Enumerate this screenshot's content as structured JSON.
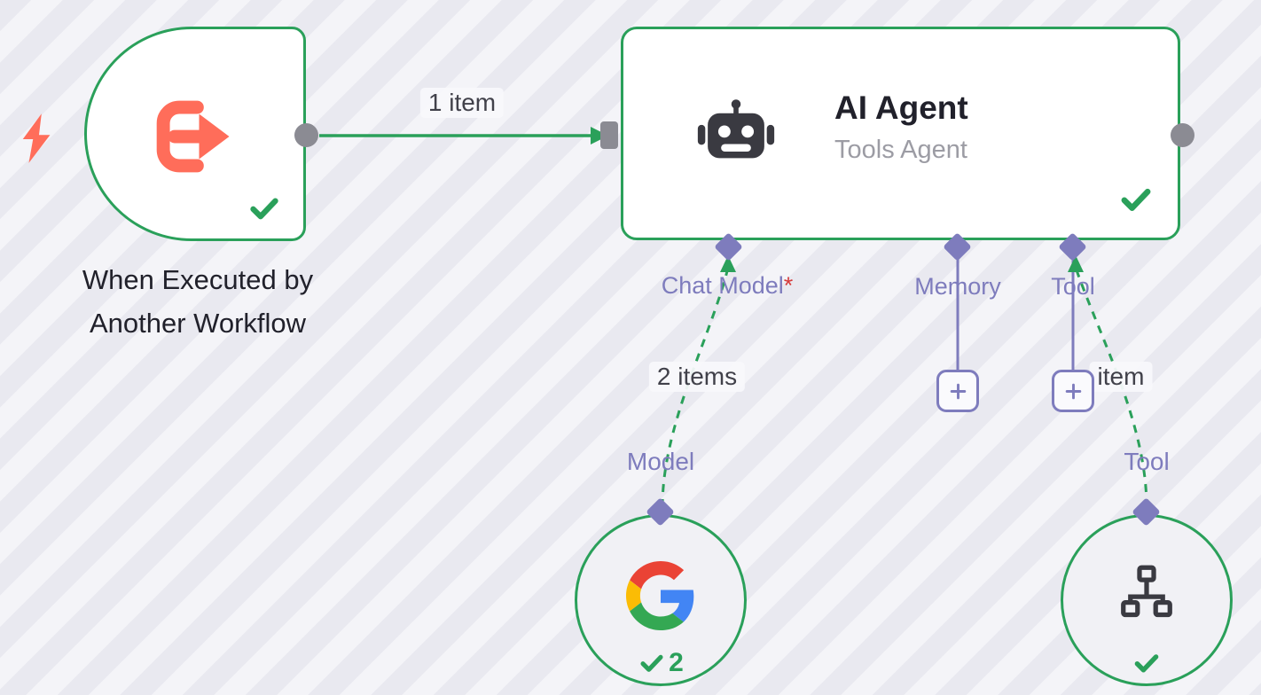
{
  "colors": {
    "green": "#2aa05a",
    "coral": "#ff6d5a",
    "purple": "#7e7cbd",
    "endpoint_gray": "#8b8b93",
    "text_dark": "#21212b",
    "text_muted": "#9c9ca4",
    "required_red": "#d63a3a",
    "icon_dark": "#3a3a41"
  },
  "icons": {
    "trigger": "log-out-arrow-icon",
    "trigger_indicator": "lightning-icon",
    "agent": "robot-icon",
    "model": "google-logo-icon",
    "tool": "sitemap-icon",
    "status": "check-icon",
    "add": "plus-icon"
  },
  "trigger": {
    "caption_line1": "When Executed by",
    "caption_line2": "Another Workflow"
  },
  "connections": {
    "main_label": "1 item",
    "chat_model_label": "2 items",
    "tool_label": "item"
  },
  "agent": {
    "title": "AI Agent",
    "subtitle": "Tools Agent",
    "ports": [
      {
        "label": "Chat Model",
        "required_mark": "*"
      },
      {
        "label": "Memory",
        "required_mark": ""
      },
      {
        "label": "Tool",
        "required_mark": ""
      }
    ]
  },
  "model_node": {
    "label": "Model",
    "count": "2"
  },
  "tool_node": {
    "label": "Tool"
  }
}
